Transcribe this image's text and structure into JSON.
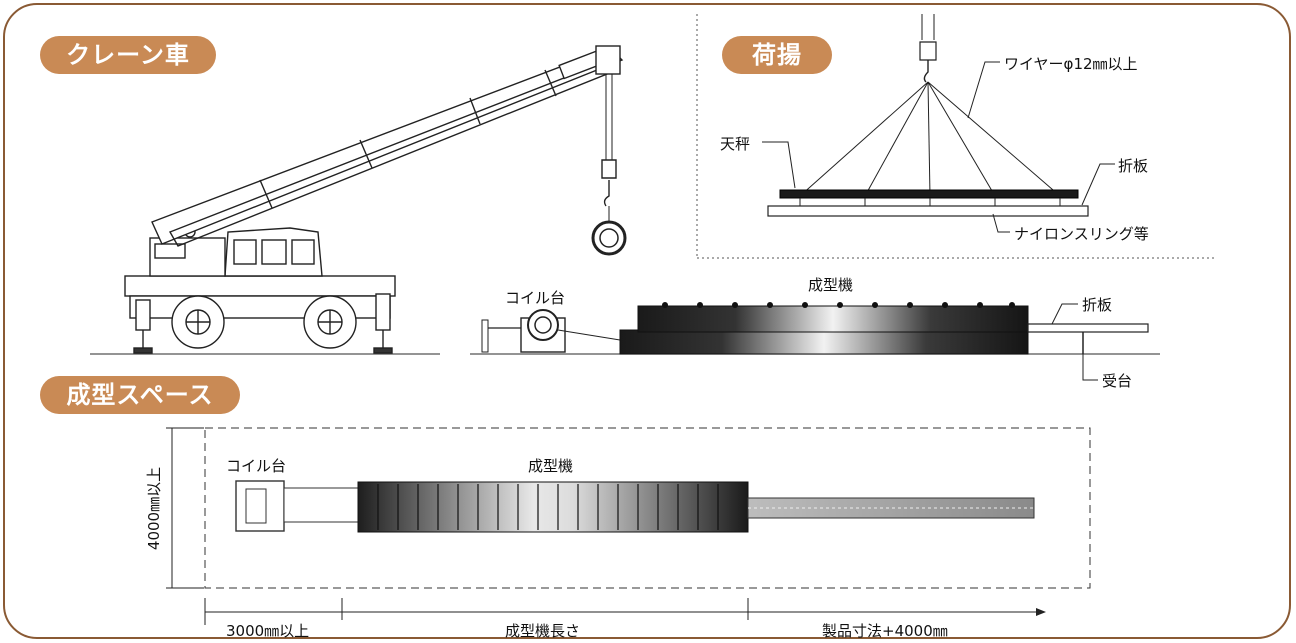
{
  "sections": {
    "crane": "クレーン車",
    "lifting": "荷揚",
    "space": "成型スペース"
  },
  "labels": {
    "wire": "ワイヤーφ12㎜以上",
    "beam": "天秤",
    "folded_plate_top": "折板",
    "nylon": "ナイロンスリング等",
    "coil_stand_top": "コイル台",
    "machine_top": "成型機",
    "folded_plate_side": "折板",
    "receiving_stand": "受台",
    "coil_stand_plan": "コイル台",
    "machine_plan": "成型機",
    "dim_height": "4000㎜以上",
    "dim_coil": "3000㎜以上",
    "dim_machine": "成型機長さ",
    "dim_product": "製品寸法+4000㎜"
  },
  "colors": {
    "accent": "#c98a55",
    "frame": "#8a5a34"
  }
}
